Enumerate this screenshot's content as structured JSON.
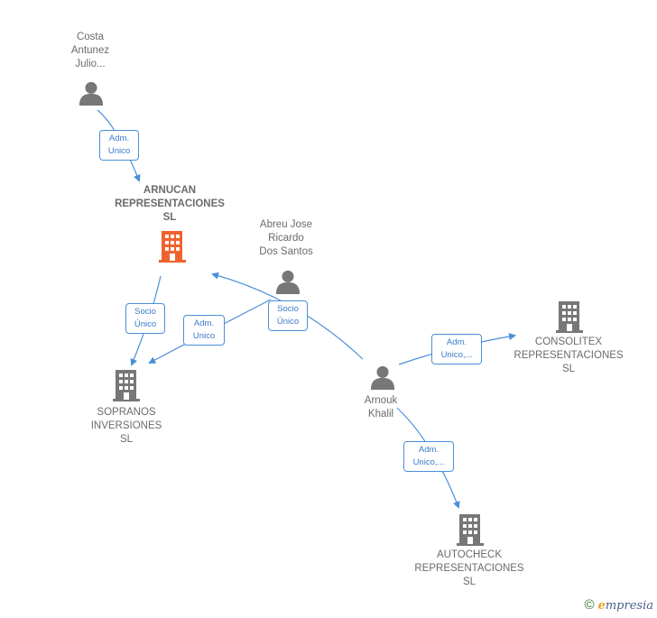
{
  "nodes": {
    "costa": {
      "lines": [
        "Costa",
        "Antunez",
        "Julio..."
      ]
    },
    "arnucan": {
      "lines": [
        "ARNUCAN",
        "REPRESENTACIONES",
        "SL"
      ]
    },
    "abreu": {
      "lines": [
        "Abreu Jose",
        "Ricardo",
        "Dos Santos"
      ]
    },
    "sopranos": {
      "lines": [
        "SOPRANOS",
        "INVERSIONES",
        "SL"
      ]
    },
    "arnouk": {
      "lines": [
        "Arnouk",
        "Khalil"
      ]
    },
    "consolitex": {
      "lines": [
        "CONSOLITEX",
        "REPRESENTACIONES",
        "SL"
      ]
    },
    "autocheck": {
      "lines": [
        "AUTOCHECK",
        "REPRESENTACIONES",
        "SL"
      ]
    }
  },
  "edges": {
    "costa_arnucan": [
      "Adm.",
      "Unico"
    ],
    "arnucan_sopranos": [
      "Socio",
      "Único"
    ],
    "abreu_sopranos": [
      "Adm.",
      "Unico"
    ],
    "abreu_arnouk": [
      "Socio",
      "Único"
    ],
    "arnouk_consolitex": [
      "Adm.",
      "Unico,..."
    ],
    "arnouk_autocheck": [
      "Adm.",
      "Unico,..."
    ]
  },
  "colors": {
    "edge": "#4a8fd8",
    "person": "#777777",
    "company": "#777777",
    "highlight_company": "#f0622d"
  },
  "brand": {
    "copyright": "©",
    "name_initial": "e",
    "name_rest": "mpresia"
  }
}
